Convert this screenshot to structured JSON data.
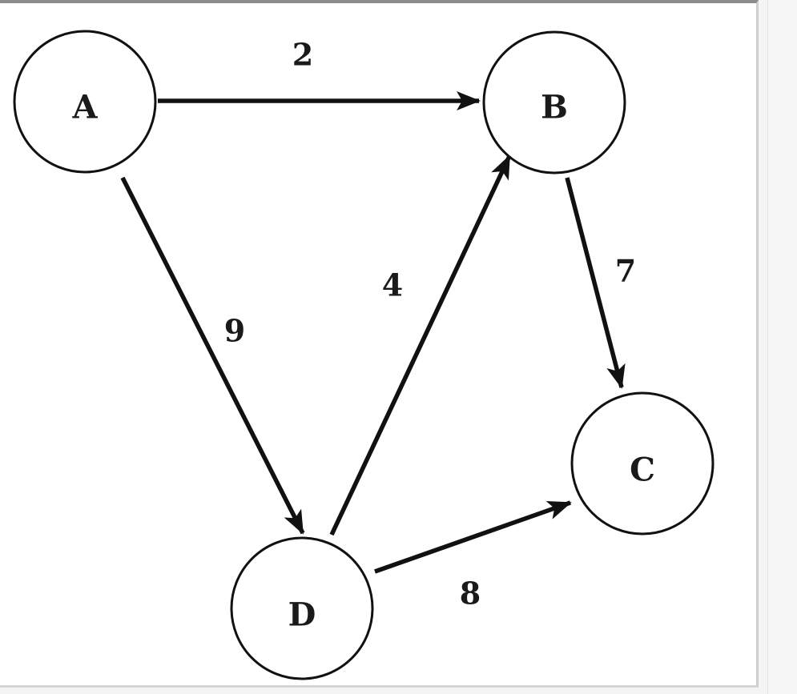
{
  "diagram": {
    "nodes": [
      {
        "id": "A",
        "label": "A"
      },
      {
        "id": "B",
        "label": "B"
      },
      {
        "id": "C",
        "label": "C"
      },
      {
        "id": "D",
        "label": "D"
      }
    ],
    "edges": [
      {
        "from": "A",
        "to": "B",
        "weight": "2"
      },
      {
        "from": "A",
        "to": "D",
        "weight": "9"
      },
      {
        "from": "D",
        "to": "B",
        "weight": "4"
      },
      {
        "from": "B",
        "to": "C",
        "weight": "7"
      },
      {
        "from": "D",
        "to": "C",
        "weight": "8"
      }
    ],
    "colors": {
      "stroke": "#111111",
      "background": "#ffffff"
    }
  }
}
